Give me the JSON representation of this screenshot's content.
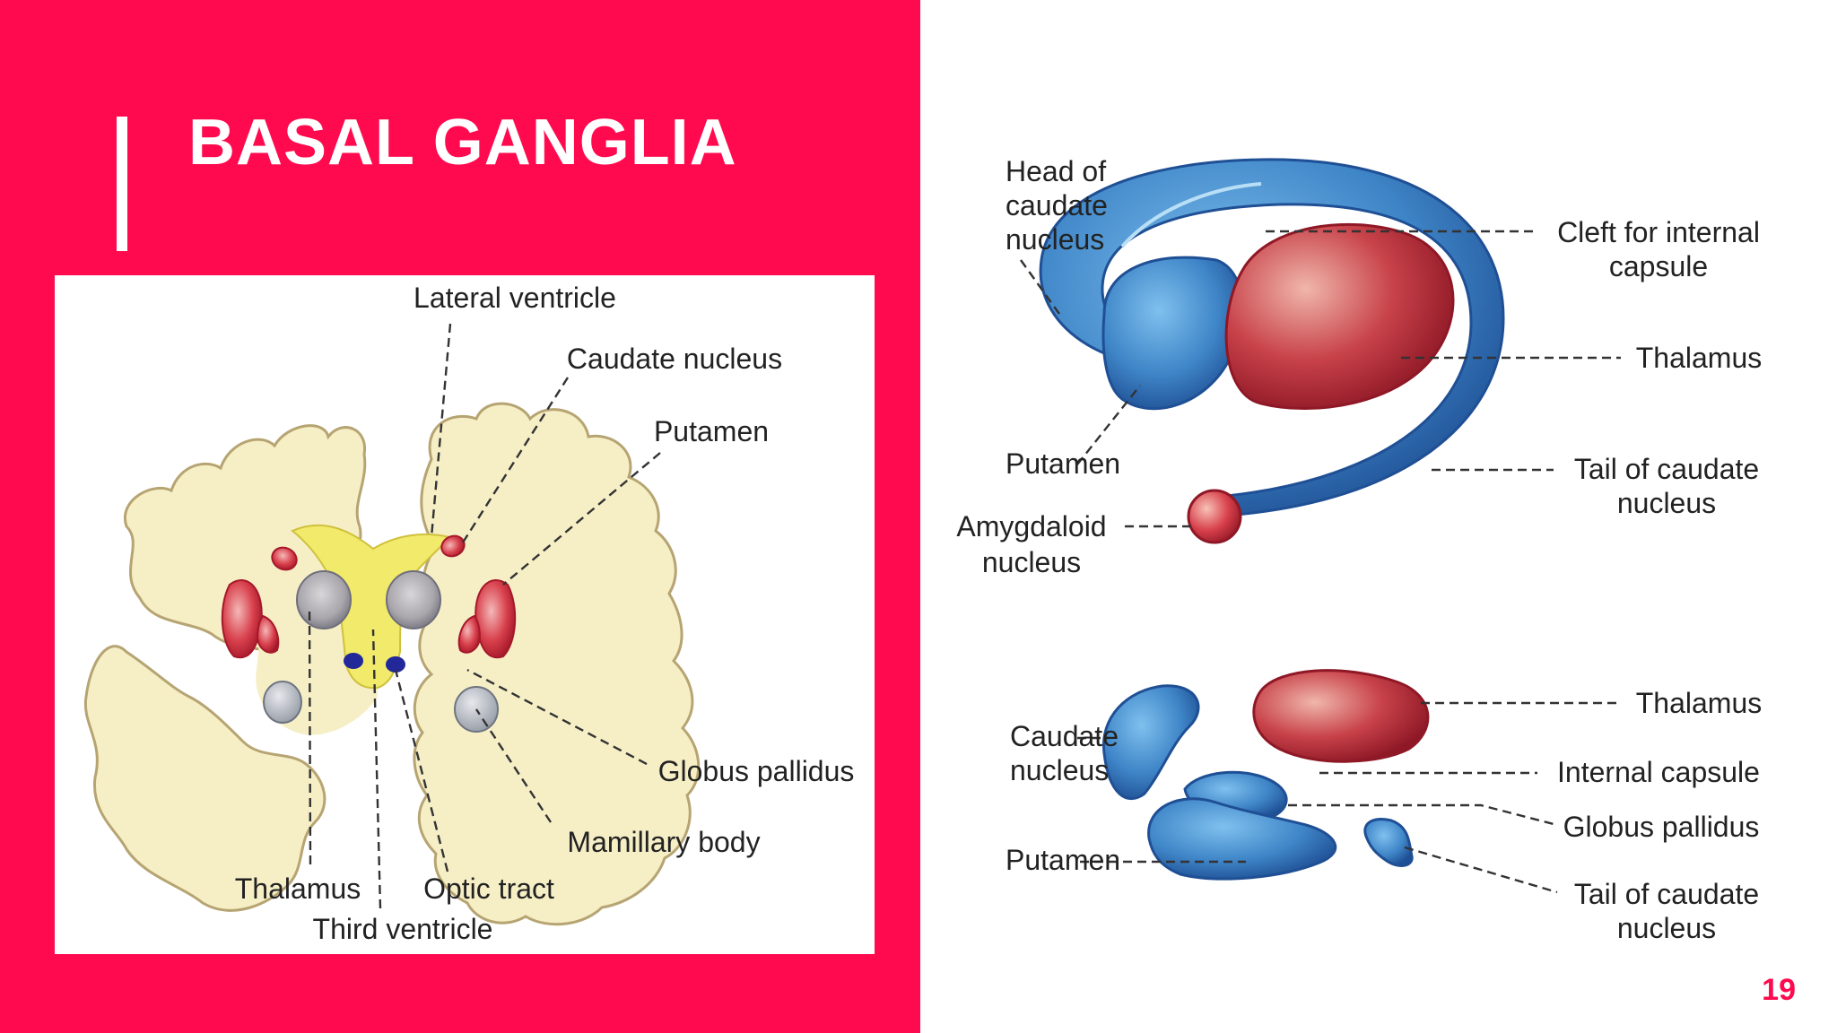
{
  "slide": {
    "title": "BASAL GANGLIA",
    "page_number": "19",
    "colors": {
      "accent": "#FF0A4E",
      "background": "#FFFFFF",
      "tissue": "#F6EFC6",
      "ventricle": "#F2EA6A",
      "red_structure": "#C7283A",
      "blue_structure": "#3A7BC0",
      "thalamus_fill": "#A8A8AE"
    }
  },
  "coronal_diagram": {
    "labels": {
      "lateral_ventricle": "Lateral ventricle",
      "caudate_nucleus": "Caudate nucleus",
      "putamen": "Putamen",
      "globus_pallidus": "Globus pallidus",
      "mamillary_body": "Mamillary body",
      "thalamus": "Thalamus",
      "optic_tract": "Optic tract",
      "third_ventricle": "Third ventricle"
    }
  },
  "lateral_diagram": {
    "labels": {
      "head_of_caudate_1": "Head of",
      "head_of_caudate_2": "caudate",
      "head_of_caudate_3": "nucleus",
      "cleft_1": "Cleft for internal",
      "cleft_2": "capsule",
      "thalamus": "Thalamus",
      "putamen": "Putamen",
      "tail_of_caudate_1": "Tail of caudate",
      "tail_of_caudate_2": "nucleus",
      "amygdaloid_1": "Amygdaloid",
      "amygdaloid_2": "nucleus"
    }
  },
  "exploded_diagram": {
    "labels": {
      "thalamus": "Thalamus",
      "caudate_1": "Caudate",
      "caudate_2": "nucleus",
      "internal_capsule": "Internal capsule",
      "globus_pallidus": "Globus pallidus",
      "putamen": "Putamen",
      "tail_of_caudate_1": "Tail of caudate",
      "tail_of_caudate_2": "nucleus"
    }
  }
}
